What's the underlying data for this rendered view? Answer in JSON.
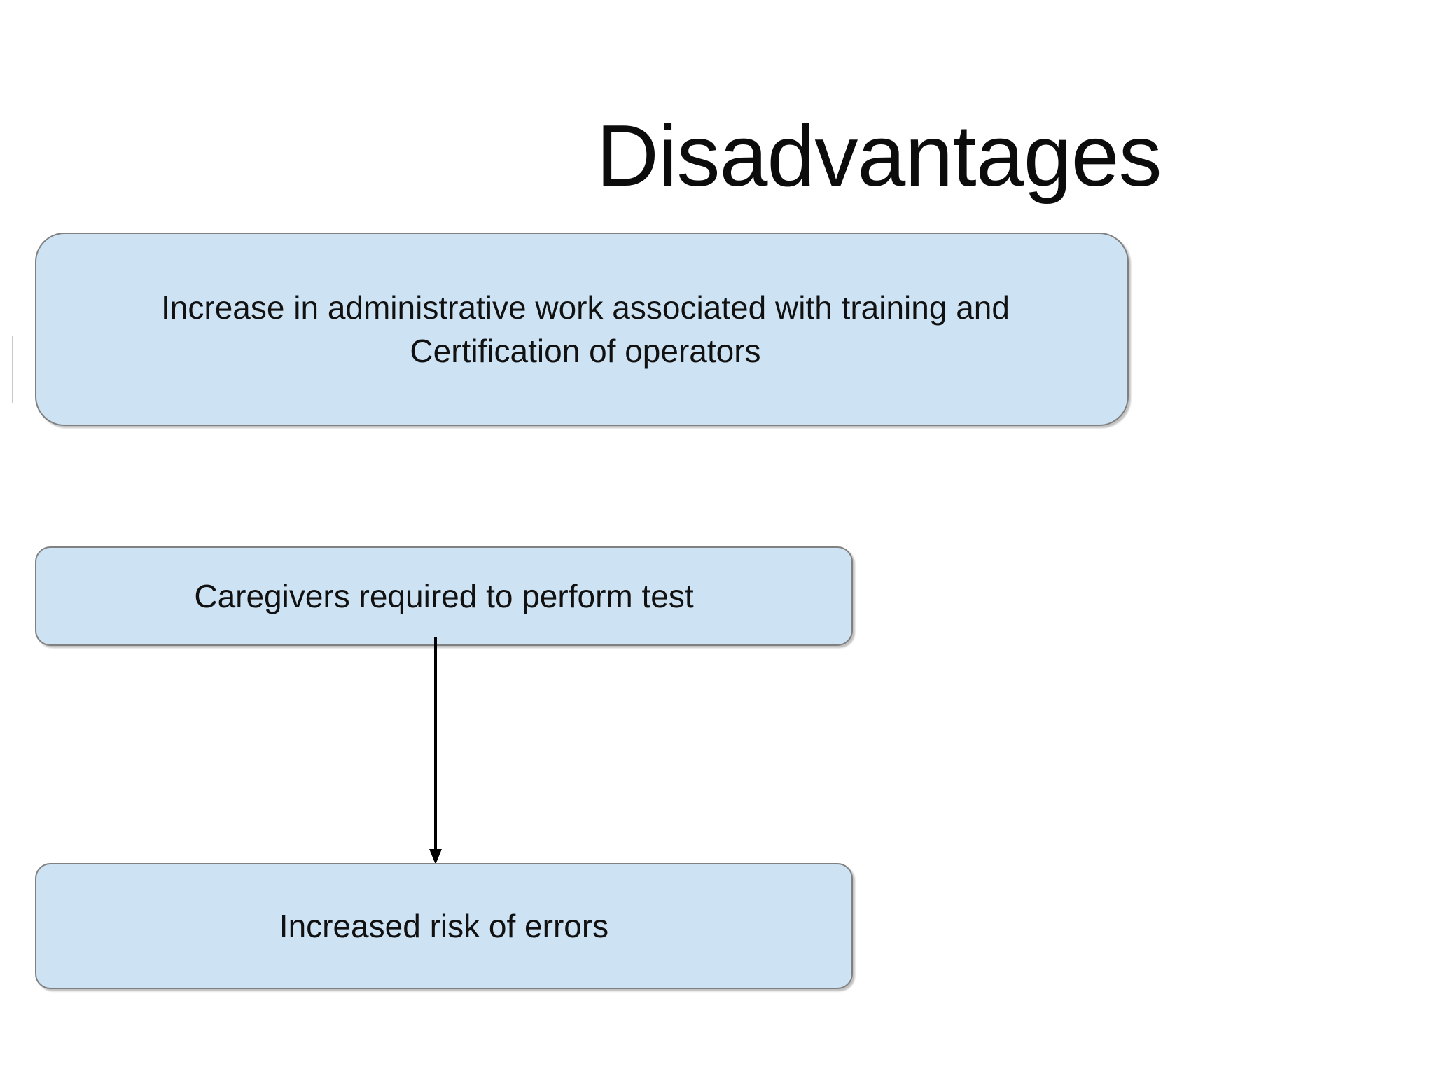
{
  "slide": {
    "title": "Disadvantages",
    "background_color": "#ffffff"
  },
  "theme": {
    "node_fill": "#cde2f2",
    "node_border": "#808080",
    "text_color": "#111111",
    "title_color": "#0c0c0c",
    "arrow_color": "#000000"
  },
  "diagram": {
    "type": "flowchart",
    "nodes": [
      {
        "id": "admin-work",
        "label": "Increase in administrative work associated  with training and\nCertification of operators",
        "shape": "rounded-rectangle"
      },
      {
        "id": "caregivers",
        "label": "Caregivers required to perform test",
        "shape": "rounded-rectangle"
      },
      {
        "id": "risk-errors",
        "label": "Increased risk of errors",
        "shape": "rounded-rectangle"
      }
    ],
    "edges": [
      {
        "id": "caregivers-to-risk",
        "from": "caregivers",
        "to": "risk-errors",
        "style": "straight-arrow",
        "label": ""
      }
    ]
  }
}
